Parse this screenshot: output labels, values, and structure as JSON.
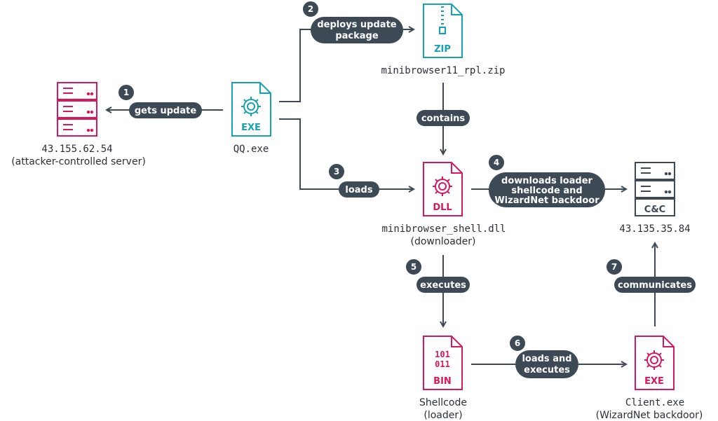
{
  "colors": {
    "teal": "#16a3ad",
    "magenta": "#d6185e",
    "gray": "#3d4a55",
    "text": "#2c3036"
  },
  "nodes": {
    "attacker_server": {
      "icon": "server-icon",
      "caption_line1": "43.155.62.54",
      "caption_line2": "(attacker-controlled server)"
    },
    "qq_exe": {
      "icon": "exe-gear-file-icon",
      "file_label": "EXE",
      "caption": "QQ.exe"
    },
    "zip_package": {
      "icon": "zip-file-icon",
      "file_label": "ZIP",
      "caption": "minibrowser11_rpl.zip"
    },
    "dll": {
      "icon": "dll-gear-file-icon",
      "file_label": "DLL",
      "caption_line1": "minibrowser_shell.dll",
      "caption_line2": "(downloader)"
    },
    "cnc_server": {
      "icon": "server-icon",
      "label": "C&C",
      "caption": "43.135.35.84"
    },
    "shellcode": {
      "icon": "bin-file-icon",
      "file_label": "BIN",
      "binary_line1": "101",
      "binary_line2": "011",
      "caption_line1": "Shellcode",
      "caption_line2": "(loader)"
    },
    "client_exe": {
      "icon": "exe-gear-file-icon",
      "file_label": "EXE",
      "caption_line1": "Client.exe",
      "caption_line2": "(WizardNet backdoor)"
    }
  },
  "steps": [
    {
      "number": "1",
      "label": "gets update"
    },
    {
      "number": "2",
      "label_line1": "deploys update",
      "label_line2": "package"
    },
    {
      "number": "3",
      "label": "loads"
    },
    {
      "number": "4",
      "label_line1": "downloads loader",
      "label_line2": "shellcode and",
      "label_line3": "WizardNet backdoor"
    },
    {
      "number": "5",
      "label": "executes"
    },
    {
      "number": "6",
      "label_line1": "loads and",
      "label_line2": "executes"
    },
    {
      "number": "7",
      "label": "communicates"
    }
  ],
  "unlabeled_edges": [
    {
      "label": "contains"
    }
  ]
}
